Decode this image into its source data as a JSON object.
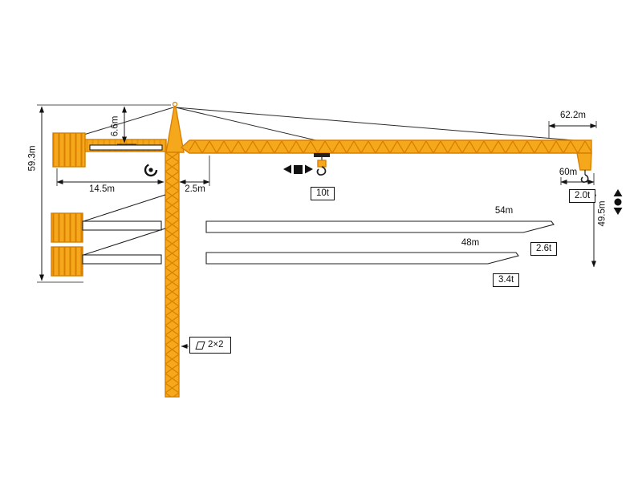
{
  "colors": {
    "crane_fill": "#F6A81C",
    "crane_stroke": "#D87F00",
    "line": "#1a1a1a"
  },
  "jib": {
    "max_length": "62.2m",
    "tip_radius": "60m",
    "tip_load": "2.0t"
  },
  "heights": {
    "total": "59.3m",
    "head": "6.6m",
    "under_hook": "49.5m"
  },
  "counter_jib": {
    "radius": "14.5m",
    "rear_offset": "2.5m"
  },
  "trolley": {
    "max_load": "10t"
  },
  "jib_options": [
    {
      "length": "54m",
      "tip_load": "2.6t"
    },
    {
      "length": "48m",
      "tip_load": "3.4t"
    }
  ],
  "mast": {
    "section": "2×2"
  }
}
